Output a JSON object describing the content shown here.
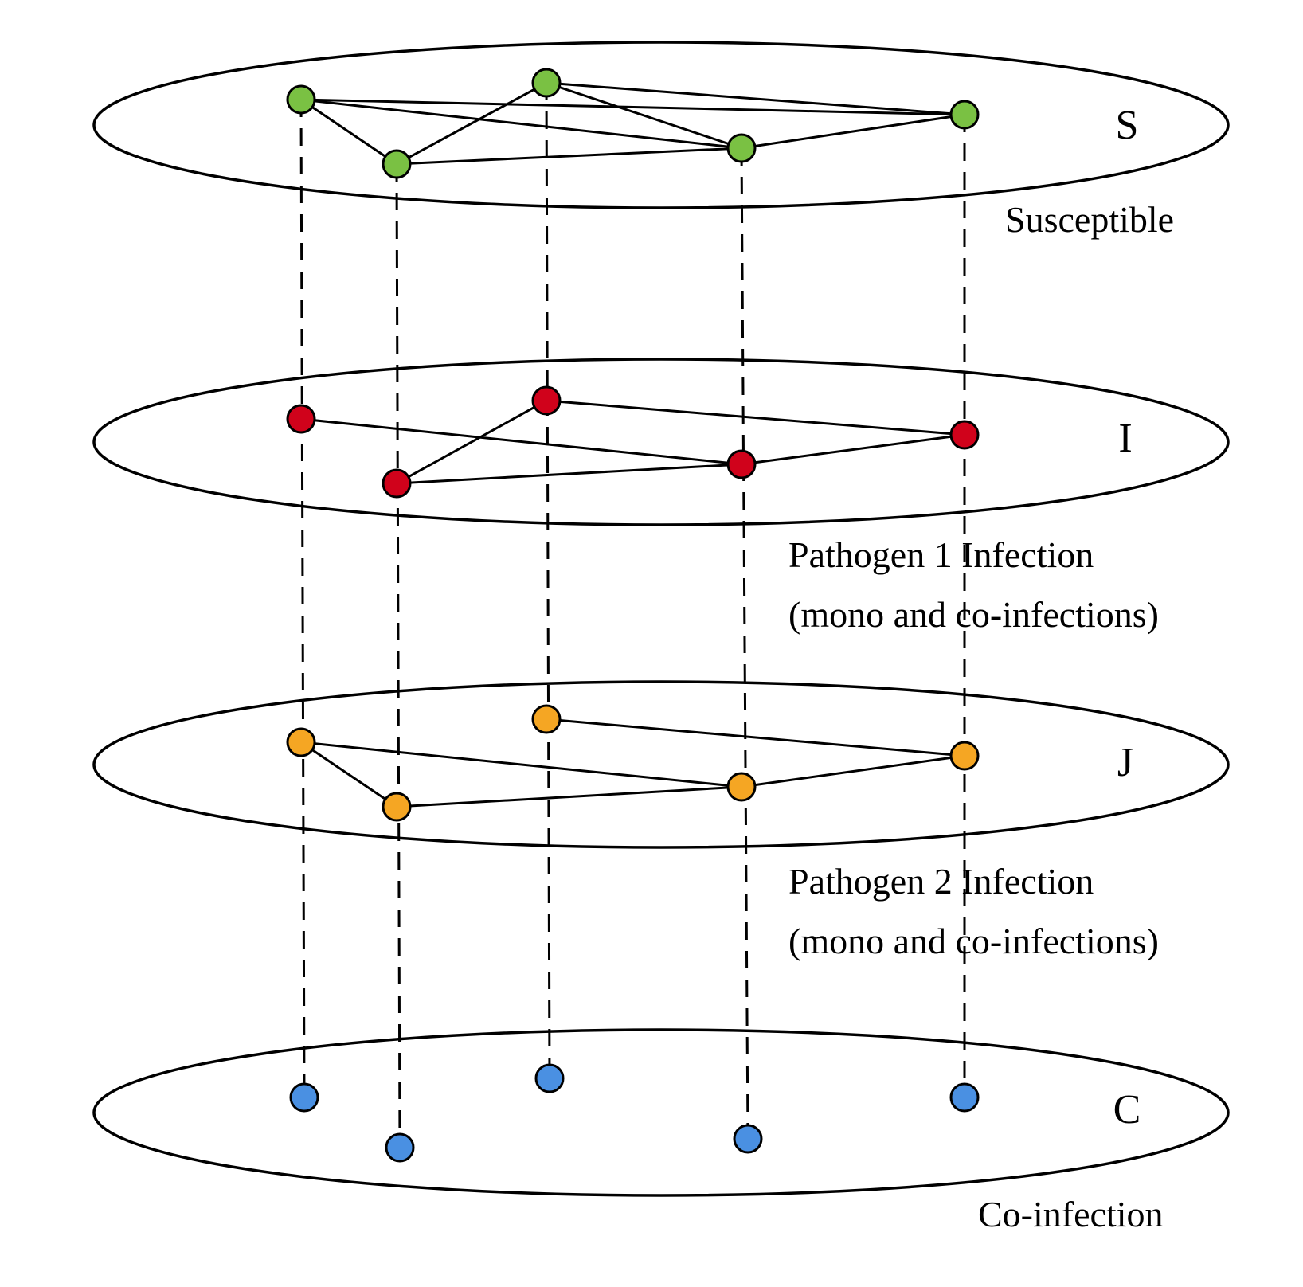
{
  "colors": {
    "stroke": "#000000",
    "S": "#7ac143",
    "I": "#d0021b",
    "J": "#f5a623",
    "C": "#4a90e2"
  },
  "layers": [
    {
      "id": "S",
      "symbol": "S",
      "caption": [
        "Susceptible"
      ],
      "color_key": "S"
    },
    {
      "id": "I",
      "symbol": "I",
      "caption": [
        "Pathogen 1 Infection",
        "(mono and co-infections)"
      ],
      "color_key": "I"
    },
    {
      "id": "J",
      "symbol": "J",
      "caption": [
        "Pathogen 2 Infection",
        "(mono and co-infections)"
      ],
      "color_key": "J"
    },
    {
      "id": "C",
      "symbol": "C",
      "caption": [
        "Co-infection"
      ],
      "color_key": "C"
    }
  ],
  "nodes": [
    "n1",
    "n2",
    "n3",
    "n4",
    "n5"
  ],
  "layer_edges": {
    "S": [
      [
        "n1",
        "n2"
      ],
      [
        "n1",
        "n5"
      ],
      [
        "n1",
        "n4"
      ],
      [
        "n2",
        "n3"
      ],
      [
        "n2",
        "n4"
      ],
      [
        "n3",
        "n4"
      ],
      [
        "n3",
        "n5"
      ],
      [
        "n4",
        "n5"
      ]
    ],
    "I": [
      [
        "n1",
        "n4"
      ],
      [
        "n2",
        "n3"
      ],
      [
        "n2",
        "n4"
      ],
      [
        "n3",
        "n5"
      ],
      [
        "n4",
        "n5"
      ]
    ],
    "J": [
      [
        "n1",
        "n2"
      ],
      [
        "n1",
        "n4"
      ],
      [
        "n2",
        "n4"
      ],
      [
        "n3",
        "n5"
      ],
      [
        "n4",
        "n5"
      ]
    ],
    "C": []
  }
}
